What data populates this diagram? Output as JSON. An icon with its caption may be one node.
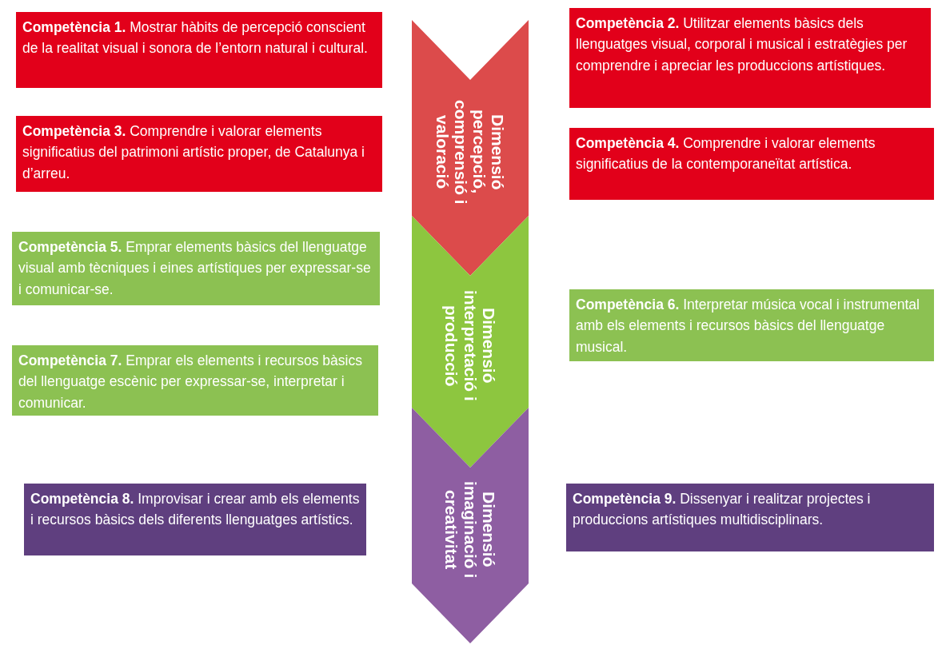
{
  "diagram": {
    "nodes": [
      {
        "text": [
          "**Competència 1.** Mostrar hàbits de percepció conscient de la realitat visual i sonora de l’entorn natural i cultural."
        ]
      },
      {
        "text": [
          "Dimensió percepció, comprensió i valoració"
        ]
      },
      {
        "text": [
          "**Competència 2.** Utilitzar elements bàsics dels llenguatges visual, corporal i musical i estratègies per comprendre i apreciar les produccions artístiques."
        ]
      },
      {
        "text": [
          "**Competència 3.** Comprendre i valorar elements significatius del patrimoni artístic proper, de Catalunya i d’arreu."
        ]
      },
      {
        "text": [
          "**Competència 4.** Comprendre i valorar elements significatius de la contemporaneïtat artística."
        ]
      },
      {
        "text": [
          "**Competència 5.** Emprar elements bàsics del llenguatge visual amb tècniques i eines artístiques per expressar-se i comunicar-se."
        ]
      },
      {
        "text": [
          "Dimensió interpretació i producció"
        ]
      },
      {
        "text": [
          "**Competència 6.** Interpretar música vocal i instrumental amb els elements i recursos bàsics del llenguatge musical."
        ]
      },
      {
        "text": [
          "**Competència 7.** Emprar els elements i recursos bàsics del llenguatge escènic per expressar-se, interpretar i comunicar."
        ]
      },
      {
        "text": [
          "**Competència 8.** Improvisar i crear amb els elements i recursos bàsics dels diferents llenguatges artístics."
        ]
      },
      {
        "text": [
          "Dimensió imaginació i creativitat"
        ]
      },
      {
        "text": [
          "**Competència 9.** Dissenyar i realitzar projectes i produccions artístiques multidisciplinars."
        ]
      }
    ]
  }
}
